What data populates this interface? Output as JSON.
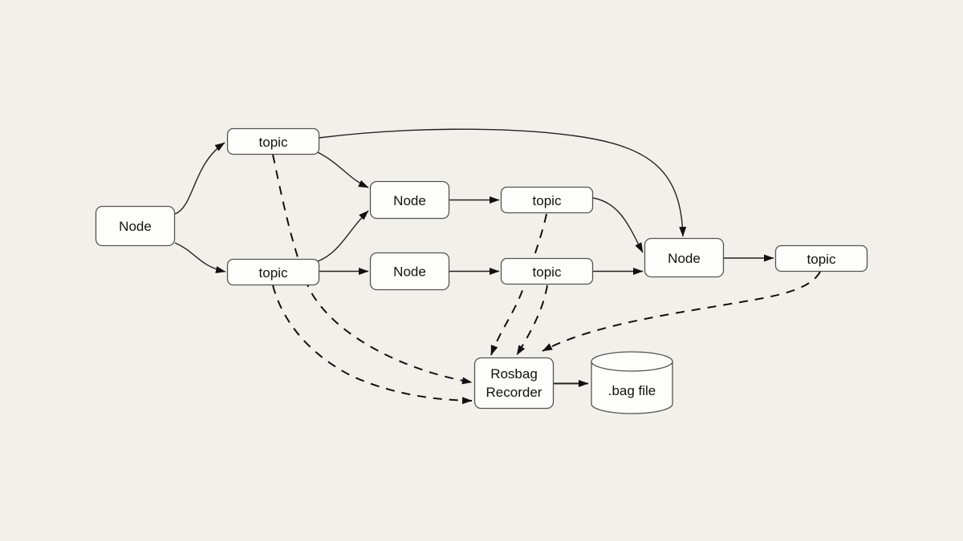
{
  "colors": {
    "background": "#f2f0eb",
    "shape_fill": "#fdfdfb",
    "shape_stroke": "#545454",
    "edge_color": "#111111"
  },
  "diagram": {
    "type": "flow-diagram",
    "nodes": {
      "node_left": {
        "label": "Node",
        "shape": "rounded-rect"
      },
      "topic_top": {
        "label": "topic",
        "shape": "rounded-rect"
      },
      "node_mid_top": {
        "label": "Node",
        "shape": "rounded-rect"
      },
      "topic_mid_top": {
        "label": "topic",
        "shape": "rounded-rect"
      },
      "topic_mid_left": {
        "label": "topic",
        "shape": "rounded-rect"
      },
      "node_mid_bottom": {
        "label": "Node",
        "shape": "rounded-rect"
      },
      "topic_mid_bottom": {
        "label": "topic",
        "shape": "rounded-rect"
      },
      "node_right": {
        "label": "Node",
        "shape": "rounded-rect"
      },
      "topic_right": {
        "label": "topic",
        "shape": "rounded-rect"
      },
      "rosbag_recorder": {
        "label": "Rosbag Recorder",
        "line1": "Rosbag",
        "line2": "Recorder",
        "shape": "rounded-rect"
      },
      "bag_file": {
        "label": ".bag file",
        "shape": "cylinder"
      }
    },
    "edges": [
      {
        "from": "node_left",
        "to": "topic_top",
        "style": "solid"
      },
      {
        "from": "node_left",
        "to": "topic_mid_left",
        "style": "solid"
      },
      {
        "from": "topic_top",
        "to": "node_mid_top",
        "style": "solid"
      },
      {
        "from": "topic_top",
        "to": "node_right",
        "style": "solid"
      },
      {
        "from": "topic_mid_left",
        "to": "node_mid_top",
        "style": "solid"
      },
      {
        "from": "topic_mid_left",
        "to": "node_mid_bottom",
        "style": "solid"
      },
      {
        "from": "node_mid_top",
        "to": "topic_mid_top",
        "style": "solid"
      },
      {
        "from": "topic_mid_top",
        "to": "node_right",
        "style": "solid"
      },
      {
        "from": "node_mid_bottom",
        "to": "topic_mid_bottom",
        "style": "solid"
      },
      {
        "from": "topic_mid_bottom",
        "to": "node_right",
        "style": "solid"
      },
      {
        "from": "node_right",
        "to": "topic_right",
        "style": "solid"
      },
      {
        "from": "rosbag_recorder",
        "to": "bag_file",
        "style": "solid"
      },
      {
        "from": "topic_top",
        "to": "rosbag_recorder",
        "style": "dashed"
      },
      {
        "from": "topic_mid_left",
        "to": "rosbag_recorder",
        "style": "dashed"
      },
      {
        "from": "topic_mid_top",
        "to": "rosbag_recorder",
        "style": "dashed"
      },
      {
        "from": "topic_mid_bottom",
        "to": "rosbag_recorder",
        "style": "dashed"
      },
      {
        "from": "topic_right",
        "to": "rosbag_recorder",
        "style": "dashed"
      }
    ]
  }
}
